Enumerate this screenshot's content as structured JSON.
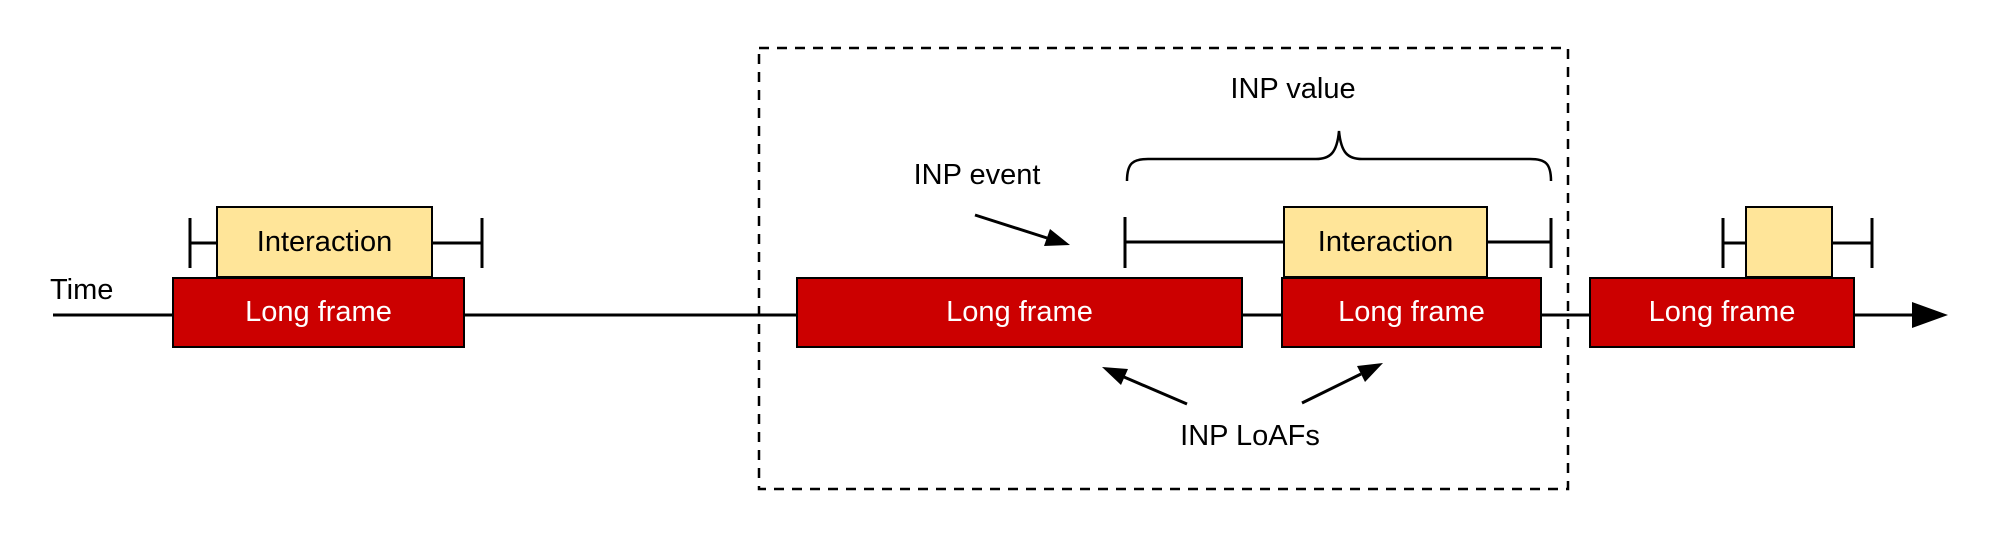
{
  "diagram": {
    "title_semantic": "INP and Long Animation Frames timeline diagram",
    "timeline": {
      "label": "Time"
    },
    "annotations": {
      "inp_value": "INP value",
      "inp_event": "INP event",
      "inp_loafs": "INP LoAFs"
    },
    "long_frames": [
      {
        "label": "Long frame"
      },
      {
        "label": "Long frame"
      },
      {
        "label": "Long frame"
      },
      {
        "label": "Long frame"
      }
    ],
    "interactions": [
      {
        "label": "Interaction"
      },
      {
        "label": "Interaction"
      },
      {
        "label": ""
      }
    ],
    "colors": {
      "long_frame_fill": "#cc0000",
      "long_frame_text": "#ffffff",
      "interaction_fill": "#ffe599",
      "stroke": "#000000",
      "background": "#ffffff"
    }
  }
}
